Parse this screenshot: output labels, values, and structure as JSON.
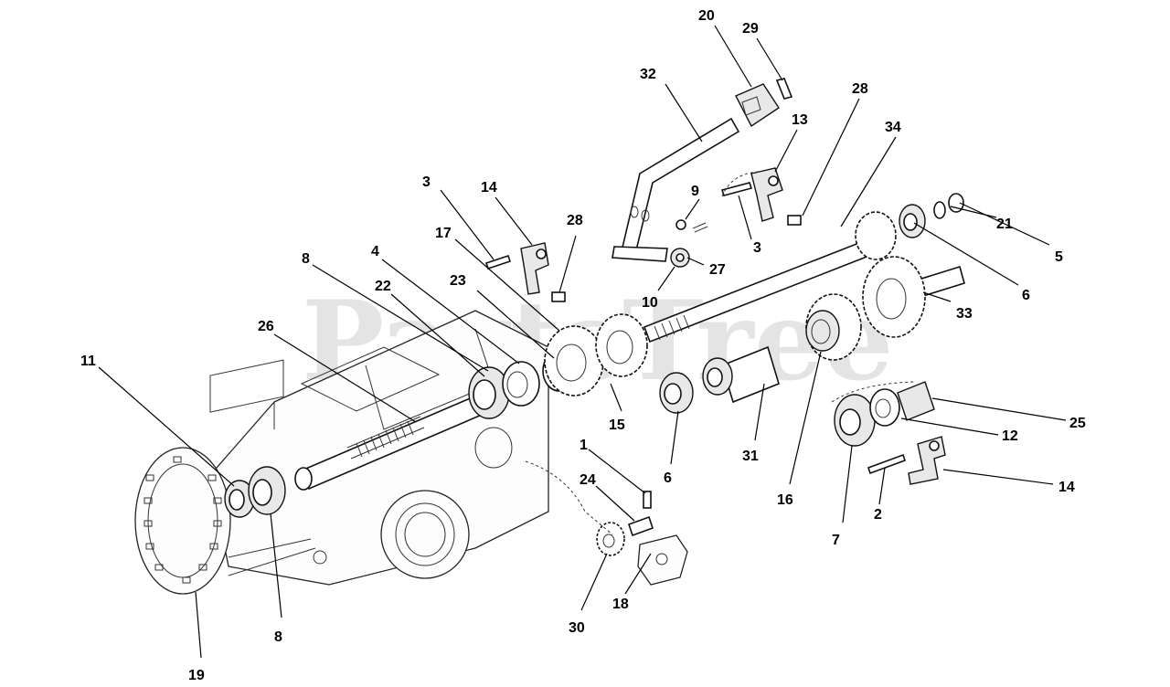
{
  "watermark": "PartsTree",
  "callouts": [
    "20",
    "29",
    "32",
    "28",
    "13",
    "34",
    "3",
    "14",
    "9",
    "17",
    "28",
    "3",
    "27",
    "21",
    "5",
    "8",
    "4",
    "22",
    "23",
    "10",
    "6",
    "33",
    "26",
    "11",
    "15",
    "6",
    "31",
    "16",
    "25",
    "12",
    "1",
    "14",
    "24",
    "2",
    "7",
    "8",
    "30",
    "18",
    "19"
  ]
}
